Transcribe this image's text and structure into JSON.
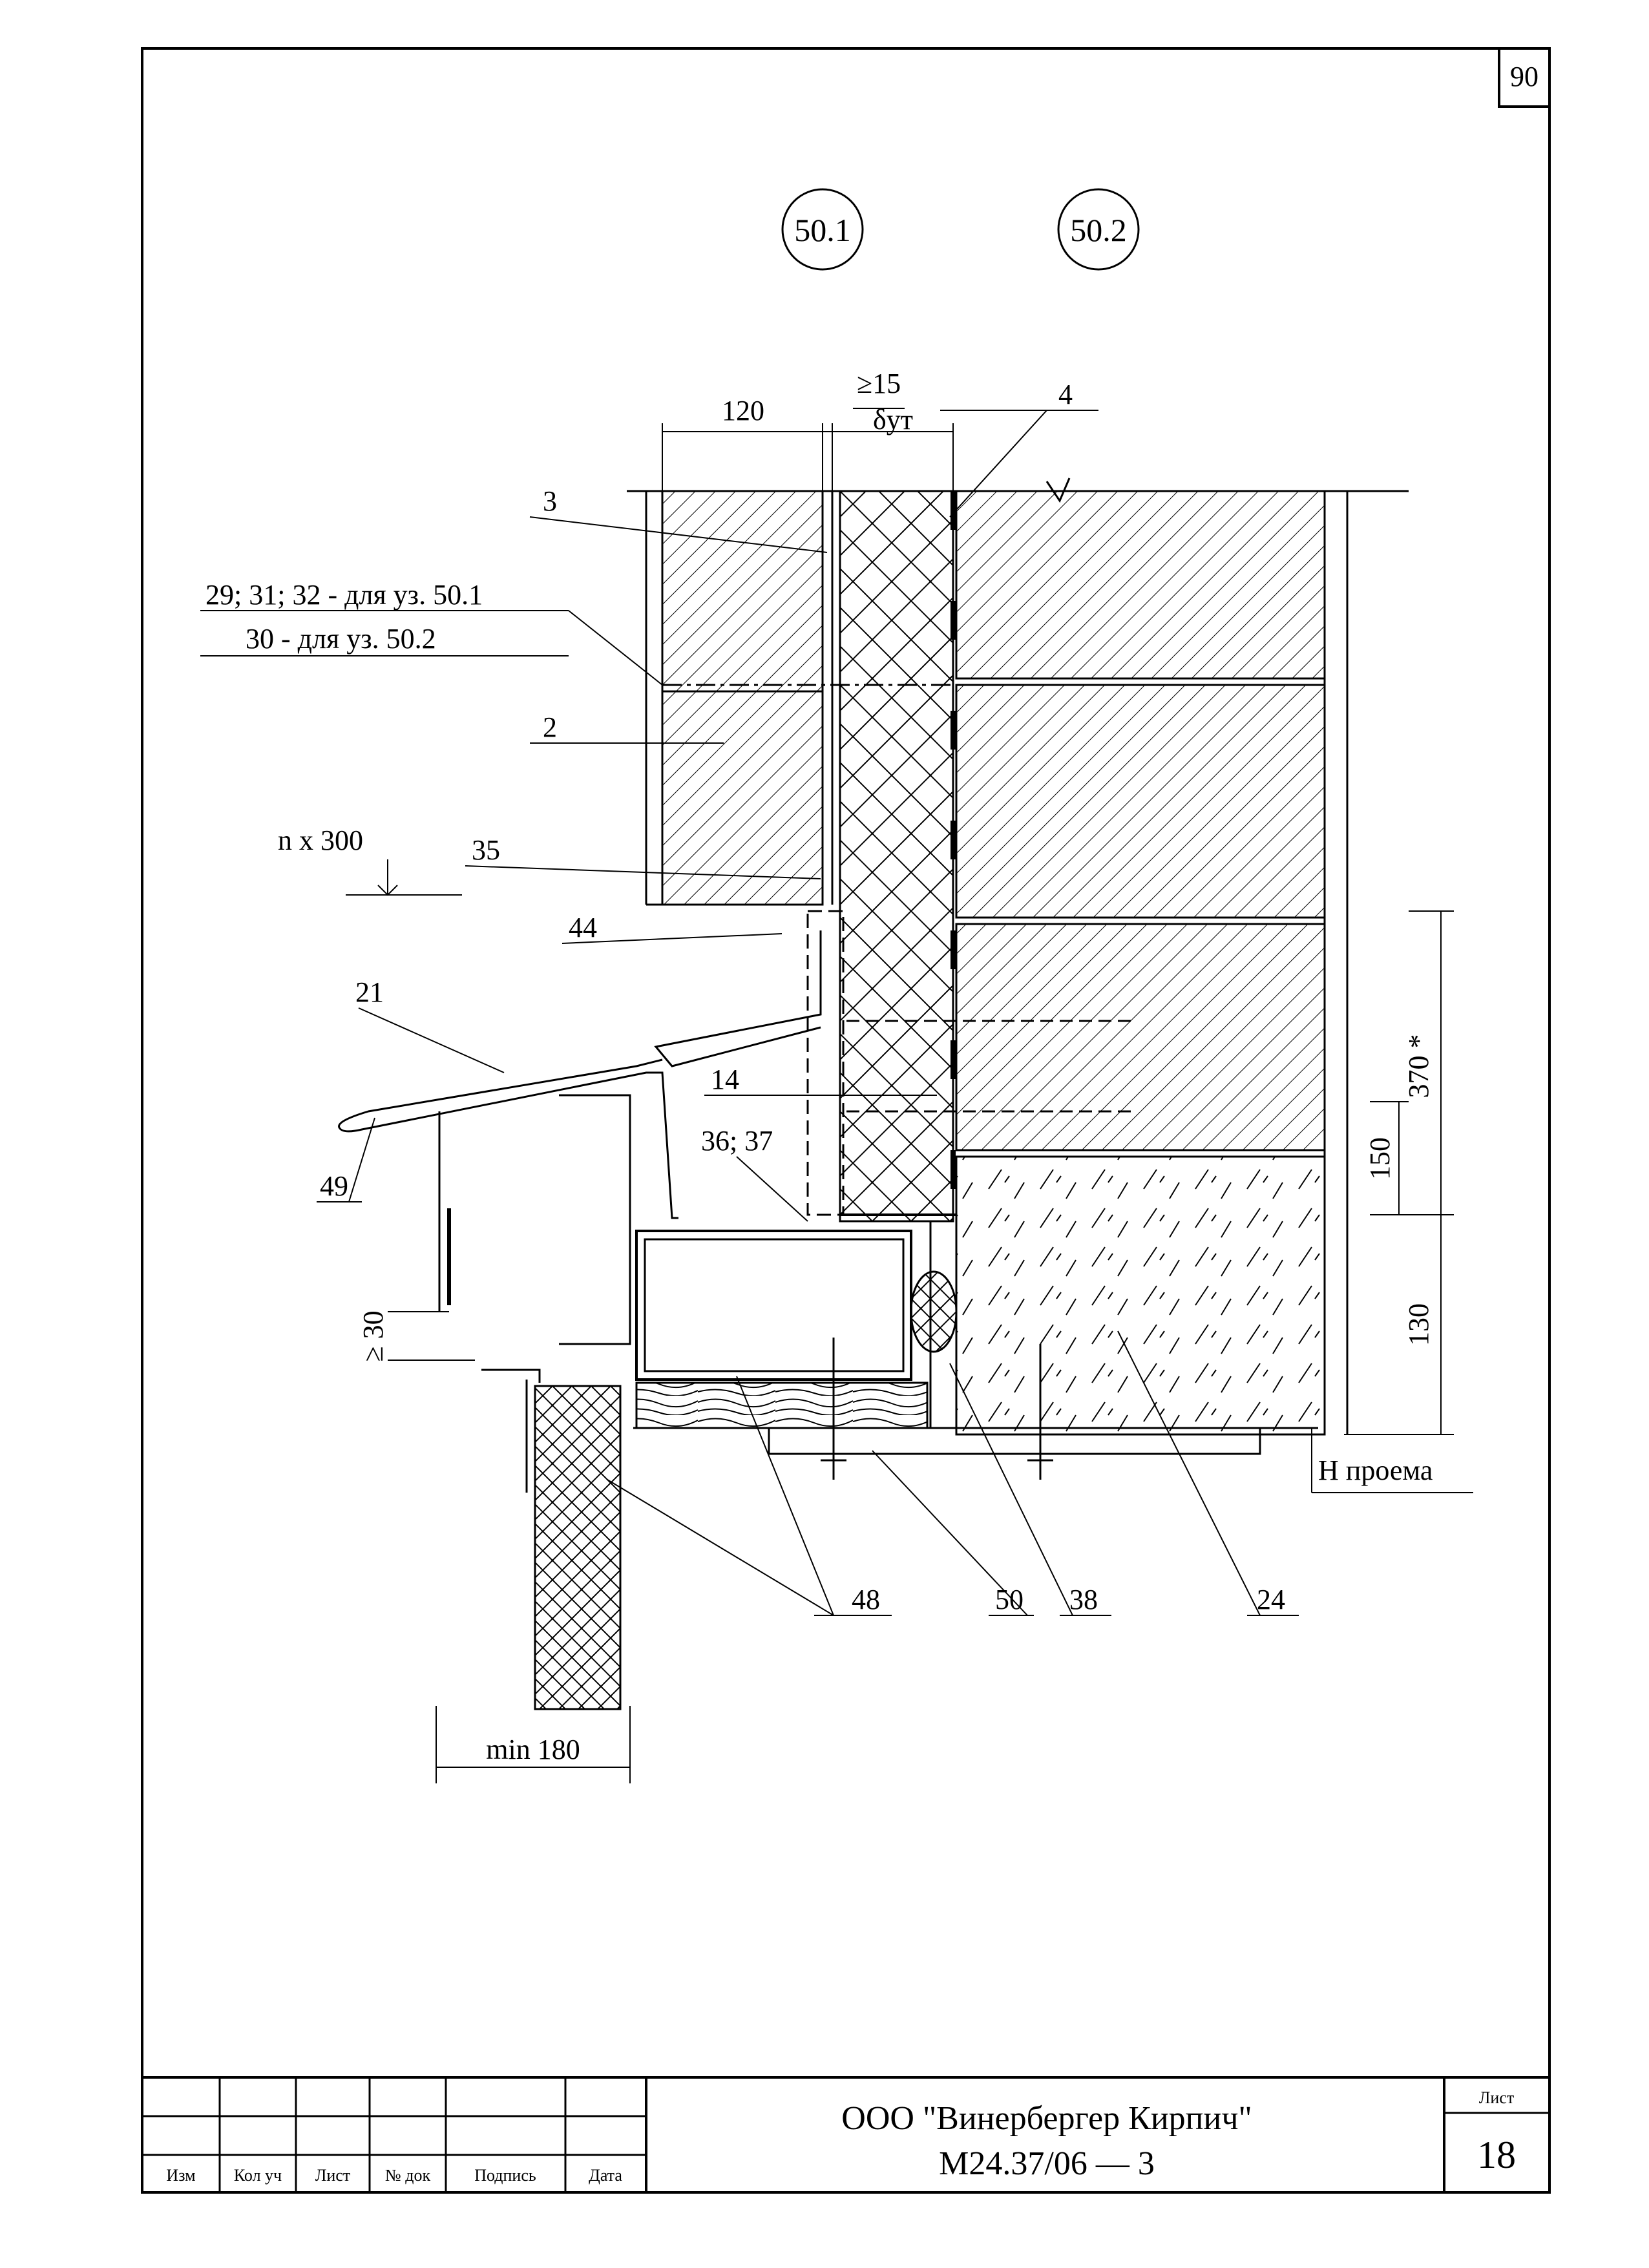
{
  "page_number": "90",
  "node_refs": [
    "50.1",
    "50.2"
  ],
  "dimensions": {
    "d120": "120",
    "gap_min": "≥15",
    "insulation_thk": "δут",
    "d370": "370 *",
    "d150": "150",
    "d130": "130",
    "d30": "≥ 30",
    "min180": "min 180",
    "step": "n x 300"
  },
  "callouts": {
    "c3": "3",
    "c4": "4",
    "c29": "29; 31; 32 - для уз. 50.1",
    "c30": "30 - для уз. 50.2",
    "c2": "2",
    "c35": "35",
    "c44": "44",
    "c21": "21",
    "c14": "14",
    "c3637": "36; 37",
    "c49": "49",
    "c48": "48",
    "c50": "50",
    "c38": "38",
    "c24": "24",
    "opening": "Н проема"
  },
  "title_block": {
    "headers": [
      "Изм",
      "Кол уч",
      "Лист",
      "№ док",
      "Подпись",
      "Дата"
    ],
    "company": "ООО \"Винербергер Кирпич\"",
    "doc_code": "М24.37/06 — 3",
    "sheet_label": "Лист",
    "sheet_number": "18"
  }
}
